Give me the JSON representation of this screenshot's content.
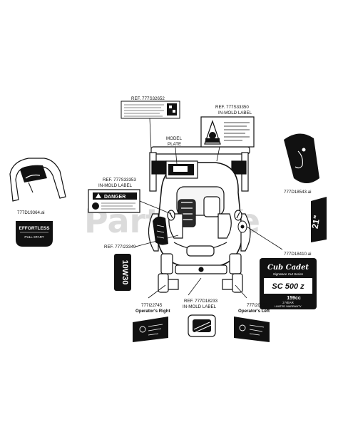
{
  "labels": {
    "ref_top": "REF. 777S32652",
    "ref_inmold_top_1": "REF. 777S33350",
    "ref_inmold_top_2": "IN-MOLD LABEL",
    "model_plate_1": "MODEL",
    "model_plate_2": "PLATE",
    "left_file": "777D19364.ai",
    "ref_danger_1": "REF. 777S33353",
    "ref_danger_2": "IN-MOLD LABEL",
    "danger_word": "DANGER",
    "ref_oil": "REF. 777I23349",
    "oil_decal": "10W30",
    "right_file_1": "777D18543.ai",
    "right_file_2": "777D18410.ai",
    "badge_21": "21\"",
    "left_decal_part": "777I22745",
    "left_decal_caption": "Operator's Right",
    "center_decal_ref_1": "REF. 777D18233",
    "center_decal_ref_2": "IN-MOLD LABEL",
    "right_decal_part": "777I20292",
    "right_decal_caption": "Operator's Left",
    "effortless_1": "EFFORTLESS",
    "effortless_2": "PULL START"
  },
  "cub_panel": {
    "brand": "Cub Cadet",
    "series": "Signature Cut Series",
    "model": "SC 500 z",
    "engine": "159cc",
    "warranty_1": "3 YEAR",
    "warranty_2": "LIMITED WARRANTY"
  },
  "watermark": {
    "text": "PartsTree",
    "tm": "™"
  }
}
